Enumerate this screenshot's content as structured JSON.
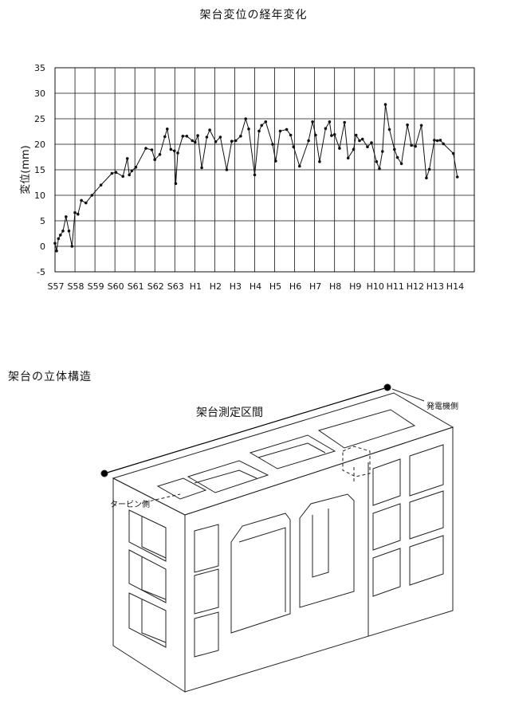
{
  "chart_data": {
    "type": "line",
    "title": "架台変位の経年変化",
    "xlabel": "",
    "ylabel": "変位(mm)",
    "ylim": [
      -5,
      35
    ],
    "yticks": [
      -5,
      0,
      5,
      10,
      15,
      20,
      25,
      30,
      35
    ],
    "categories": [
      "S57",
      "S58",
      "S59",
      "S60",
      "S61",
      "S62",
      "S63",
      "H1",
      "H2",
      "H3",
      "H4",
      "H5",
      "H6",
      "H7",
      "H8",
      "H9",
      "H10",
      "H11",
      "H12",
      "H13",
      "H14"
    ],
    "grid": true,
    "legend": "none",
    "line_color": "#111111",
    "series": [
      {
        "x": [
          0.0,
          0.08,
          0.17,
          0.27,
          0.4,
          0.55,
          0.7,
          0.85,
          1.0,
          1.15,
          1.32,
          1.55,
          1.85,
          2.3,
          2.85,
          3.05,
          3.4,
          3.62,
          3.72,
          3.85,
          4.05,
          4.55,
          4.85,
          5.0,
          5.25,
          5.5,
          5.62,
          5.8,
          5.98,
          6.05,
          6.15,
          6.4,
          6.6,
          6.88,
          7.02,
          7.15,
          7.35,
          7.6,
          7.75,
          8.05,
          8.28,
          8.6,
          8.85,
          9.05,
          9.3,
          9.55,
          9.7,
          10.0,
          10.22,
          10.35,
          10.55,
          10.9,
          11.05,
          11.28,
          11.6,
          11.8,
          11.95,
          12.25,
          12.7,
          12.9,
          13.05,
          13.25,
          13.55,
          13.75,
          13.85,
          14.0,
          14.25,
          14.5,
          14.68,
          14.95,
          15.08,
          15.25,
          15.4,
          15.65,
          15.85,
          16.1,
          16.25,
          16.4,
          16.55,
          16.75,
          17.0,
          17.15,
          17.35,
          17.65,
          17.85,
          18.05,
          18.35,
          18.6,
          18.75,
          19.0,
          19.15,
          19.3,
          19.45,
          19.95,
          20.15
        ],
        "y": [
          0.6,
          -0.9,
          1.5,
          2.2,
          3.0,
          5.8,
          3.0,
          0,
          6.6,
          6.3,
          9.0,
          8.5,
          10.0,
          12.0,
          14.3,
          14.5,
          13.7,
          17.2,
          14.0,
          14.8,
          15.5,
          19.2,
          18.9,
          17.0,
          18.0,
          21.5,
          23.0,
          19.0,
          18.7,
          12.3,
          18.3,
          21.6,
          21.6,
          20.7,
          20.4,
          21.7,
          15.4,
          21.4,
          22.8,
          20.5,
          21.4,
          15.0,
          20.6,
          20.7,
          21.6,
          25.0,
          23.0,
          14.0,
          22.6,
          23.7,
          24.4,
          20.0,
          16.7,
          22.6,
          22.9,
          21.8,
          19.5,
          15.7,
          20.7,
          24.4,
          21.8,
          16.6,
          23.1,
          24.4,
          21.7,
          21.9,
          19.2,
          24.3,
          17.3,
          19.0,
          21.8,
          20.7,
          21.0,
          19.5,
          20.3,
          16.6,
          15.2,
          18.6,
          27.8,
          22.9,
          19.0,
          17.4,
          16.2,
          23.8,
          19.8,
          19.6,
          23.7,
          13.4,
          15.1,
          20.8,
          20.7,
          20.8,
          20.1,
          18.2,
          13.6
        ]
      }
    ]
  },
  "diagram": {
    "title": "架台の立体構造",
    "measurement_label": "架台測定区間",
    "generator_side_label": "発電機側",
    "turbine_side_label": "タービン側"
  }
}
